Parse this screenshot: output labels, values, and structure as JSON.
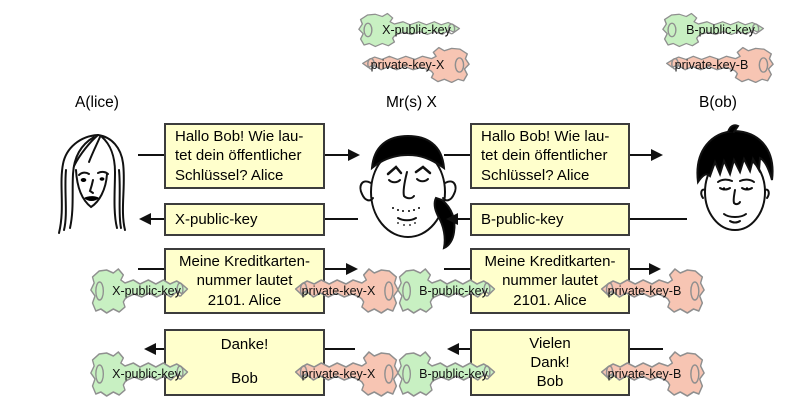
{
  "actors": {
    "alice": "A(lice)",
    "mrx": "Mr(s) X",
    "bob": "B(ob)"
  },
  "keys": {
    "x_public": "X-public-key",
    "x_private": "private-key-X",
    "b_public": "B-public-key",
    "b_private": "private-key-B"
  },
  "messages": {
    "row1": {
      "left": [
        "Hallo Bob! Wie lau-",
        "tet dein öffentlicher",
        "Schlüssel? Alice"
      ],
      "right": [
        "Hallo Bob! Wie lau-",
        "tet dein öffentlicher",
        "Schlüssel? Alice"
      ]
    },
    "row2": {
      "left": [
        "X-public-key"
      ],
      "right": [
        "B-public-key"
      ]
    },
    "row3": {
      "left": [
        "Meine Kreditkarten-",
        "nummer lautet",
        "2101. Alice"
      ],
      "right": [
        "Meine Kreditkarten-",
        "nummer lautet",
        "2101. Alice"
      ]
    },
    "row4": {
      "left": [
        "Danke!",
        "Bob"
      ],
      "right": [
        "Vielen",
        "Dank!",
        "Bob"
      ]
    }
  },
  "colors": {
    "box_fill": "#ffffcc",
    "box_border": "#3c3c3c",
    "key_public": "#c8f0c2",
    "key_private": "#f7c5b3",
    "key_outline": "#8f8f8f",
    "arrow": "#111111"
  }
}
